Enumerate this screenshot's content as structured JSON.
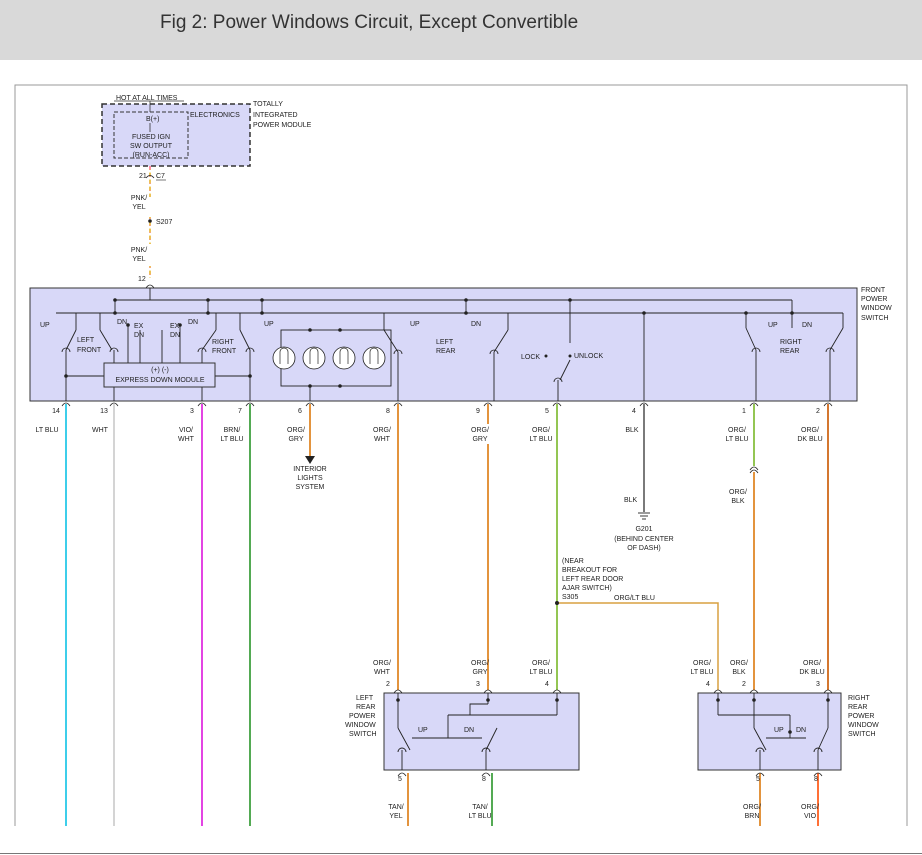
{
  "title": "Fig 2: Power Windows Circuit, Except Convertible",
  "colors": {
    "module_fill": "#d8d8f8",
    "frame": "#999999",
    "lt_blu": "#28c8e8",
    "wht": "#cfcfcf",
    "vio": "#e030e0",
    "green": "#40a040",
    "org": "#e08828",
    "lt_green": "#88c040",
    "black": "#222222",
    "pink": "#ff7090"
  },
  "tipm": {
    "hot": "HOT AT ALL TIMES",
    "bplus": "B(+)",
    "electronics": "ELECTRONICS",
    "name": [
      "TOTALLY",
      "INTEGRATED",
      "POWER MODULE"
    ],
    "fused": [
      "FUSED IGN",
      "SW OUTPUT",
      "(RUN-ACC)"
    ],
    "pin": "21",
    "connector": "C7"
  },
  "feed": {
    "wire1": [
      "PNK/",
      "YEL"
    ],
    "splice": "S207",
    "wire2": [
      "PNK/",
      "YEL"
    ],
    "pin": "12"
  },
  "front_switch": {
    "name": [
      "FRONT",
      "POWER",
      "WINDOW",
      "SWITCH"
    ],
    "left_front": [
      "LEFT",
      "FRONT"
    ],
    "right_front": [
      "RIGHT",
      "FRONT"
    ],
    "left_rear": [
      "LEFT",
      "REAR"
    ],
    "right_rear": [
      "RIGHT",
      "REAR"
    ],
    "up": "UP",
    "dn": "DN",
    "ex": "EX",
    "lock": "LOCK",
    "unlock": "UNLOCK",
    "edm_power": "(+)  (-)",
    "edm": "EXPRESS DOWN MODULE"
  },
  "pins": [
    {
      "pin": "14",
      "wire": [
        "LT BLU"
      ]
    },
    {
      "pin": "13",
      "wire": [
        "WHT"
      ]
    },
    {
      "pin": "3",
      "wire": [
        "VIO/",
        "WHT"
      ]
    },
    {
      "pin": "7",
      "wire": [
        "BRN/",
        "LT BLU"
      ]
    },
    {
      "pin": "6",
      "wire": [
        "ORG/",
        "GRY"
      ]
    },
    {
      "pin": "8",
      "wire": [
        "ORG/",
        "WHT"
      ]
    },
    {
      "pin": "9",
      "wire": [
        "ORG/",
        "GRY"
      ]
    },
    {
      "pin": "5",
      "wire": [
        "ORG/",
        "LT BLU"
      ]
    },
    {
      "pin": "4",
      "wire": [
        "BLK"
      ]
    },
    {
      "pin": "1",
      "wire": [
        "ORG/",
        "LT BLU"
      ]
    },
    {
      "pin": "2",
      "wire": [
        "ORG/",
        "DK BLU"
      ]
    }
  ],
  "interior_lights": [
    "INTERIOR",
    "LIGHTS",
    "SYSTEM"
  ],
  "ground": {
    "wire": "BLK",
    "name": "G201",
    "location": [
      "(BEHIND CENTER",
      "OF DASH)"
    ]
  },
  "rr_inline": [
    "ORG/",
    "BLK"
  ],
  "splice_s305": {
    "note": [
      "(NEAR",
      "BREAKOUT FOR",
      "LEFT REAR DOOR",
      "AJAR SWITCH)"
    ],
    "name": "S305",
    "branch": "ORG/LT BLU"
  },
  "left_rear_switch": {
    "name": [
      "LEFT",
      "REAR",
      "POWER",
      "WINDOW",
      "SWITCH"
    ],
    "in_wires": [
      {
        "pin": "2",
        "wire": [
          "ORG/",
          "WHT"
        ]
      },
      {
        "pin": "3",
        "wire": [
          "ORG/",
          "GRY"
        ]
      },
      {
        "pin": "4",
        "wire": [
          "ORG/",
          "LT BLU"
        ]
      }
    ],
    "out_wires": [
      {
        "pin": "5",
        "wire": [
          "TAN/",
          "YEL"
        ]
      },
      {
        "pin": "8",
        "wire": [
          "TAN/",
          "LT BLU"
        ]
      }
    ],
    "up": "UP",
    "dn": "DN"
  },
  "right_rear_switch": {
    "name": [
      "RIGHT",
      "REAR",
      "POWER",
      "WINDOW",
      "SWITCH"
    ],
    "in_wires": [
      {
        "pin": "4",
        "wire": [
          "ORG/",
          "LT BLU"
        ]
      },
      {
        "pin": "2",
        "wire": [
          "ORG/",
          "BLK"
        ]
      },
      {
        "pin": "3",
        "wire": [
          "ORG/",
          "DK BLU"
        ]
      }
    ],
    "out_wires": [
      {
        "pin": "5",
        "wire": [
          "ORG/",
          "BRN"
        ]
      },
      {
        "pin": "8",
        "wire": [
          "ORG/",
          "VIO"
        ]
      }
    ],
    "up": "UP",
    "dn": "DN"
  }
}
